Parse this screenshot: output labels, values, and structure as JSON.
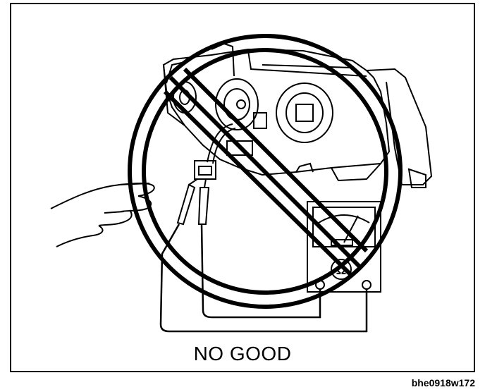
{
  "diagram": {
    "caption": "NO GOOD",
    "figure_id": "bhe0918w172",
    "meter_symbol": "Ω"
  },
  "colors": {
    "ink": "#000000",
    "paper": "#ffffff"
  }
}
